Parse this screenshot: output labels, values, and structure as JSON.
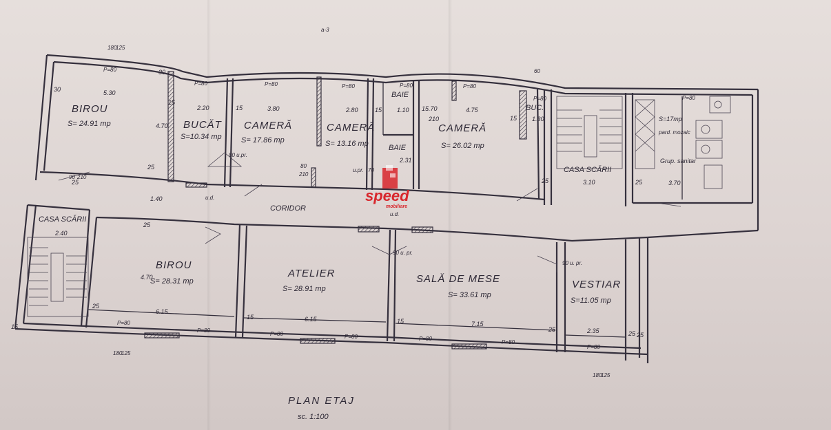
{
  "plan": {
    "title": "PLAN ETAJ",
    "scale": "sc. 1:100",
    "top_mark": "a-3"
  },
  "rooms": [
    {
      "id": "birou-1",
      "name": "BIROU",
      "area": "S= 24.91 mp"
    },
    {
      "id": "bucat",
      "name": "BUCĂT",
      "area": "S=10.34 mp"
    },
    {
      "id": "camera-1",
      "name": "CAMERĂ",
      "area": "S= 17.86 mp"
    },
    {
      "id": "camera-2",
      "name": "CAMERĂ",
      "area": "S= 13.16 mp"
    },
    {
      "id": "baie-1",
      "name": "BAIE",
      "area": ""
    },
    {
      "id": "baie-2",
      "name": "BAIE",
      "area": ""
    },
    {
      "id": "camera-3",
      "name": "CAMERĂ",
      "area": "S= 26.02 mp"
    },
    {
      "id": "buc",
      "name": "BUC.",
      "area": ""
    },
    {
      "id": "casa-scarii-1",
      "name": "CASA SCĂRII",
      "area": ""
    },
    {
      "id": "grup-sanitar",
      "name": "Grup. sanitar",
      "area": "S=17mp"
    },
    {
      "id": "coridor",
      "name": "CORIDOR",
      "area": ""
    },
    {
      "id": "casa-scarii-2",
      "name": "CASA SCĂRII",
      "area": ""
    },
    {
      "id": "birou-2",
      "name": "BIROU",
      "area": "S= 28.31 mp"
    },
    {
      "id": "atelier",
      "name": "ATELIER",
      "area": "S= 28.91 mp"
    },
    {
      "id": "sala-de-mese",
      "name": "SALĂ DE MESE",
      "area": "S= 33.61 mp"
    },
    {
      "id": "vestiar",
      "name": "VESTIAR",
      "area": "S=11.05 mp"
    }
  ],
  "dims": {
    "d530": "5.30",
    "d30a": "30",
    "d30b": "30",
    "d15a": "15",
    "d220": "2.20",
    "d15b": "15",
    "d380": "3.80",
    "d280": "2.80",
    "d15c": "15",
    "d110": "1.10",
    "d1570": "15.70",
    "d475": "4.75",
    "d15d": "15",
    "d130": "1.30",
    "d310": "3.10",
    "d25a": "25",
    "d25b": "25",
    "d370": "3.70",
    "d470a": "4.70",
    "d25c": "25",
    "d140": "1.40",
    "d240": "2.40",
    "d25d": "25",
    "d470b": "4.70",
    "d615a": "6.15",
    "d25e": "25",
    "d15e": "15",
    "d615b": "6.15",
    "d15f": "15",
    "d715": "7.15",
    "d25f": "25",
    "d235": "2.35",
    "d25g": "25",
    "d25h": "25",
    "d231": "2.31",
    "d210": "210",
    "d15g": "15",
    "d25i": "25"
  },
  "openings": {
    "p80": "P=80",
    "f180": "180",
    "f125": "125",
    "f60": "60",
    "d80": "80",
    "d90": "90",
    "d210": "210",
    "d70": "70",
    "up80": "80 u.pr.",
    "up90": "90 u. pr.",
    "up90b": "90 u. pr.",
    "up": "u.pr.",
    "ud": "u.d.",
    "ud2": "u.d.",
    "pard": "pard. mozaic"
  },
  "brand": {
    "name": "speed",
    "tagline": "mobiliare",
    "color": "#d8262c"
  }
}
